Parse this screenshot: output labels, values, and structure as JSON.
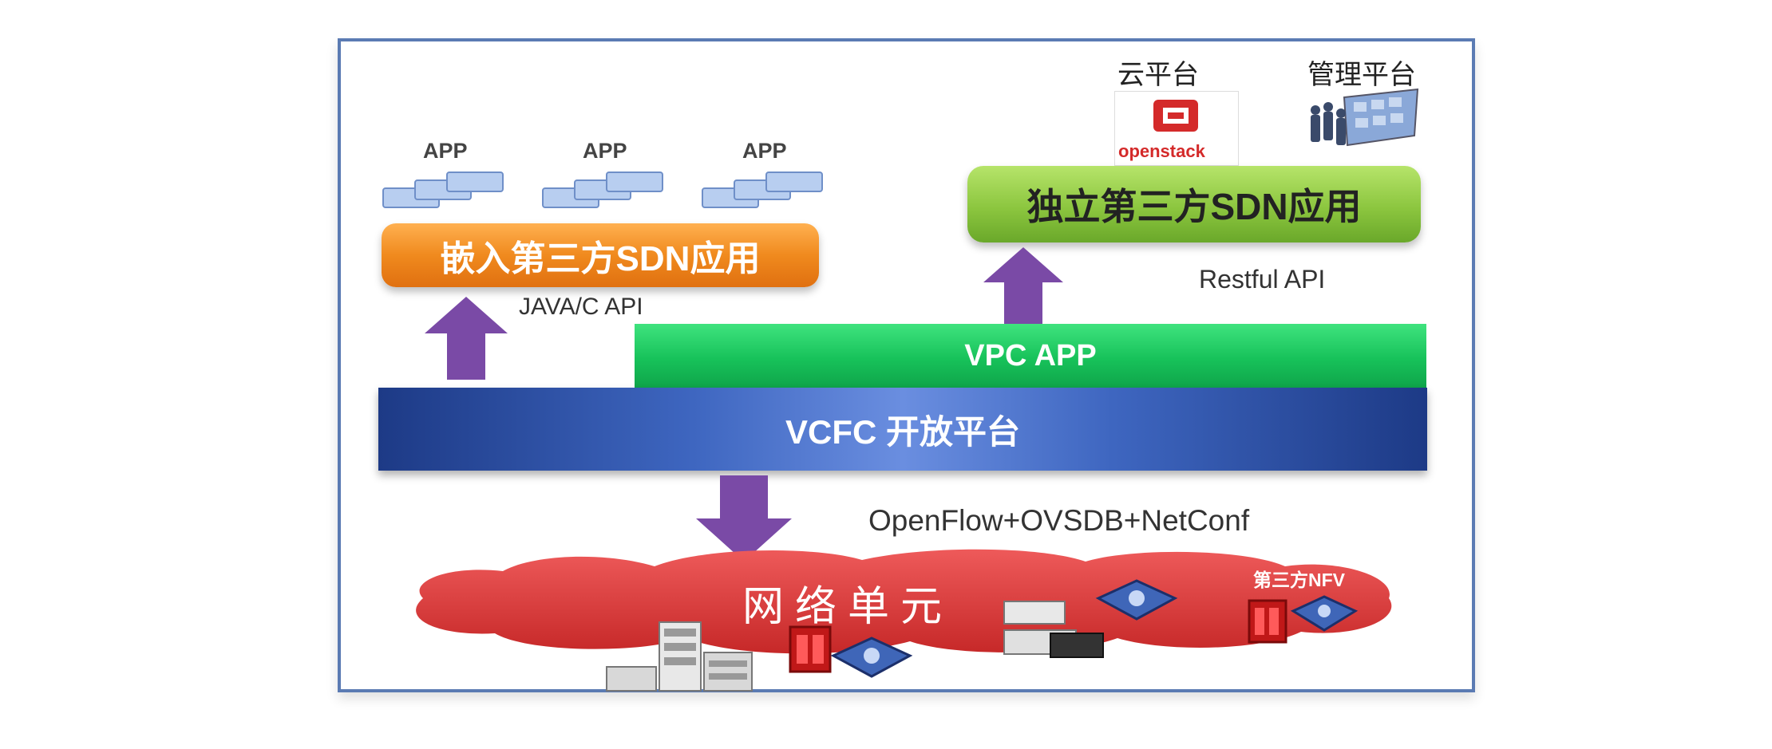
{
  "diagram": {
    "app_labels": [
      "APP",
      "APP",
      "APP"
    ],
    "embedded_app_label": "嵌入第三方SDN应用",
    "standalone_app_label": "独立第三方SDN应用",
    "java_api_label": "JAVA/C API",
    "restful_api_label": "Restful API",
    "vpc_app_label": "VPC APP",
    "vcfc_label": "VCFC 开放平台",
    "protocol_label": "OpenFlow+OVSDB+NetConf",
    "network_label": "网络单元",
    "nfv_label": "第三方NFV",
    "cloud_platform_label": "云平台",
    "openstack_logo_text": "openstack",
    "mgmt_platform_label": "管理平台"
  }
}
